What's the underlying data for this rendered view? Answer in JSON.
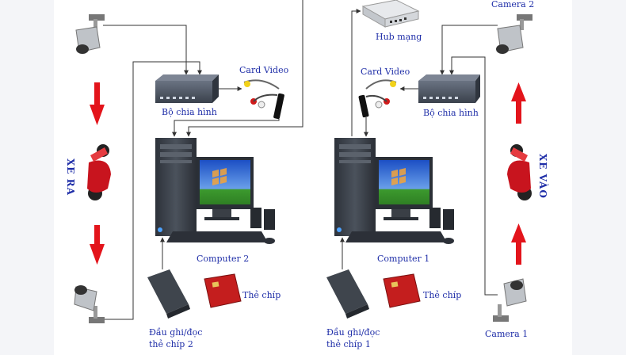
{
  "labels": {
    "card_video_left": "Card Video",
    "card_video_right": "Card Video",
    "splitter_left": "Bộ chia hình",
    "splitter_right": "Bộ chia hình",
    "hub": "Hub mạng",
    "camera2": "Camera 2",
    "camera1": "Camera 1",
    "computer2": "Computer 2",
    "computer1": "Computer 1",
    "chip_left": "Thẻ chíp",
    "chip_right": "Thẻ chíp",
    "reader2_line1": "Đầu ghi/đọc",
    "reader2_line2": "thẻ chíp 2",
    "reader1_line1": "Đầu ghi/đọc",
    "reader1_line2": "thẻ chíp 1",
    "exit": "XE RA",
    "entry": "XE VÀO"
  },
  "colors": {
    "label": "#1f2ea8",
    "arrow": "#e3141b",
    "wire": "#333333",
    "device": "#4a5260",
    "monitor_sky": "#2a62d8",
    "grass": "#3c9a2e",
    "motorbike": "#c8141e",
    "chip_card": "#c41e1e"
  }
}
